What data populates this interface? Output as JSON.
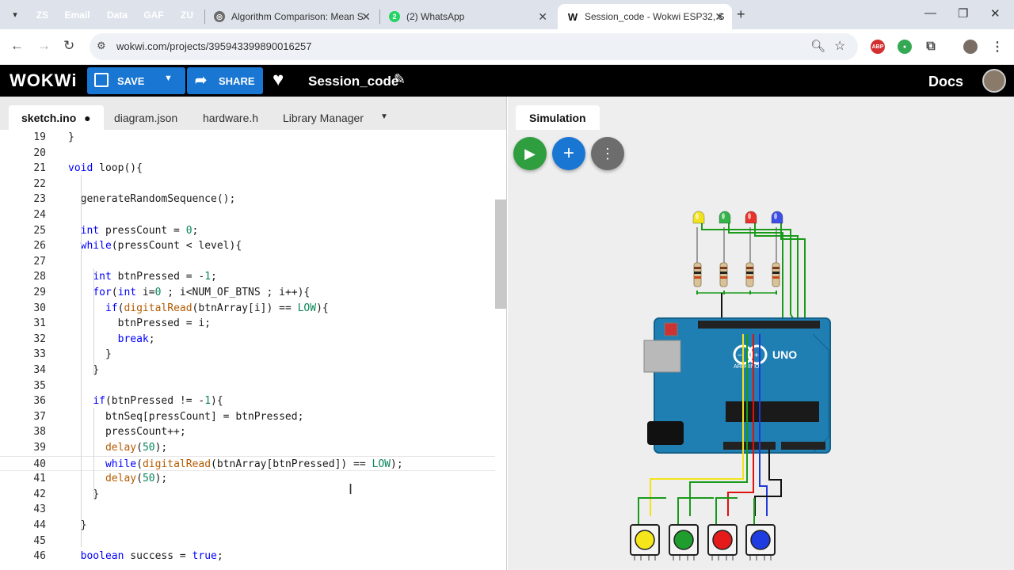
{
  "browser": {
    "pinned_tabs": [
      {
        "label": "ZS",
        "color": "#e8453c"
      },
      {
        "label": "Email",
        "color": "#e8453c"
      },
      {
        "label": "Data",
        "color": "#d23f8f"
      },
      {
        "label": "GAF",
        "color": "#a142f4"
      },
      {
        "label": "ZU",
        "color": "#1e8e3e"
      }
    ],
    "tabs": [
      {
        "title": "Algorithm Comparison: Mean S",
        "favicon": "openai-icon"
      },
      {
        "title": "(2) WhatsApp",
        "favicon": "whatsapp-icon"
      },
      {
        "title": "Session_code - Wokwi ESP32, S",
        "favicon": "wokwi-icon"
      }
    ],
    "url": "wokwi.com/projects/395943399890016257",
    "extensions": [
      "ABP",
      "extension-icon"
    ]
  },
  "wokwi": {
    "logo": "WOKWi",
    "save_label": "SAVE",
    "share_label": "SHARE",
    "project_name": "Session_code",
    "docs_label": "Docs"
  },
  "editor": {
    "tabs": [
      "sketch.ino",
      "diagram.json",
      "hardware.h",
      "Library Manager"
    ],
    "active_tab": "sketch.ino",
    "lines": [
      {
        "n": "19",
        "code": "}"
      },
      {
        "n": "20",
        "code": ""
      },
      {
        "n": "21",
        "code": "void loop(){"
      },
      {
        "n": "22",
        "code": ""
      },
      {
        "n": "23",
        "code": "  generateRandomSequence();"
      },
      {
        "n": "24",
        "code": ""
      },
      {
        "n": "25",
        "code": "  int pressCount = 0;"
      },
      {
        "n": "26",
        "code": "  while(pressCount < level){"
      },
      {
        "n": "27",
        "code": ""
      },
      {
        "n": "28",
        "code": "    int btnPressed = -1;"
      },
      {
        "n": "29",
        "code": "    for(int i=0 ; i<NUM_OF_BTNS ; i++){"
      },
      {
        "n": "30",
        "code": "      if(digitalRead(btnArray[i]) == LOW){"
      },
      {
        "n": "31",
        "code": "        btnPressed = i;"
      },
      {
        "n": "32",
        "code": "        break;"
      },
      {
        "n": "33",
        "code": "      }"
      },
      {
        "n": "34",
        "code": "    }"
      },
      {
        "n": "35",
        "code": ""
      },
      {
        "n": "36",
        "code": "    if(btnPressed != -1){"
      },
      {
        "n": "37",
        "code": "      btnSeq[pressCount] = btnPressed;"
      },
      {
        "n": "38",
        "code": "      pressCount++;"
      },
      {
        "n": "39",
        "code": "      delay(50);"
      },
      {
        "n": "40",
        "code": "      while(digitalRead(btnArray[btnPressed]) == LOW);"
      },
      {
        "n": "41",
        "code": "      delay(50);"
      },
      {
        "n": "42",
        "code": "    }"
      },
      {
        "n": "43",
        "code": ""
      },
      {
        "n": "44",
        "code": "  }"
      },
      {
        "n": "45",
        "code": ""
      },
      {
        "n": "46",
        "code": "  boolean success = true;"
      }
    ]
  },
  "simulation": {
    "tab_label": "Simulation",
    "board_label": "UNO",
    "led_colors": [
      "#f2e21c",
      "#34b34a",
      "#e8322c",
      "#3f4fe6"
    ],
    "button_colors": [
      "#f5e51b",
      "#1f9e2e",
      "#e51a1a",
      "#1f3ce0"
    ]
  }
}
